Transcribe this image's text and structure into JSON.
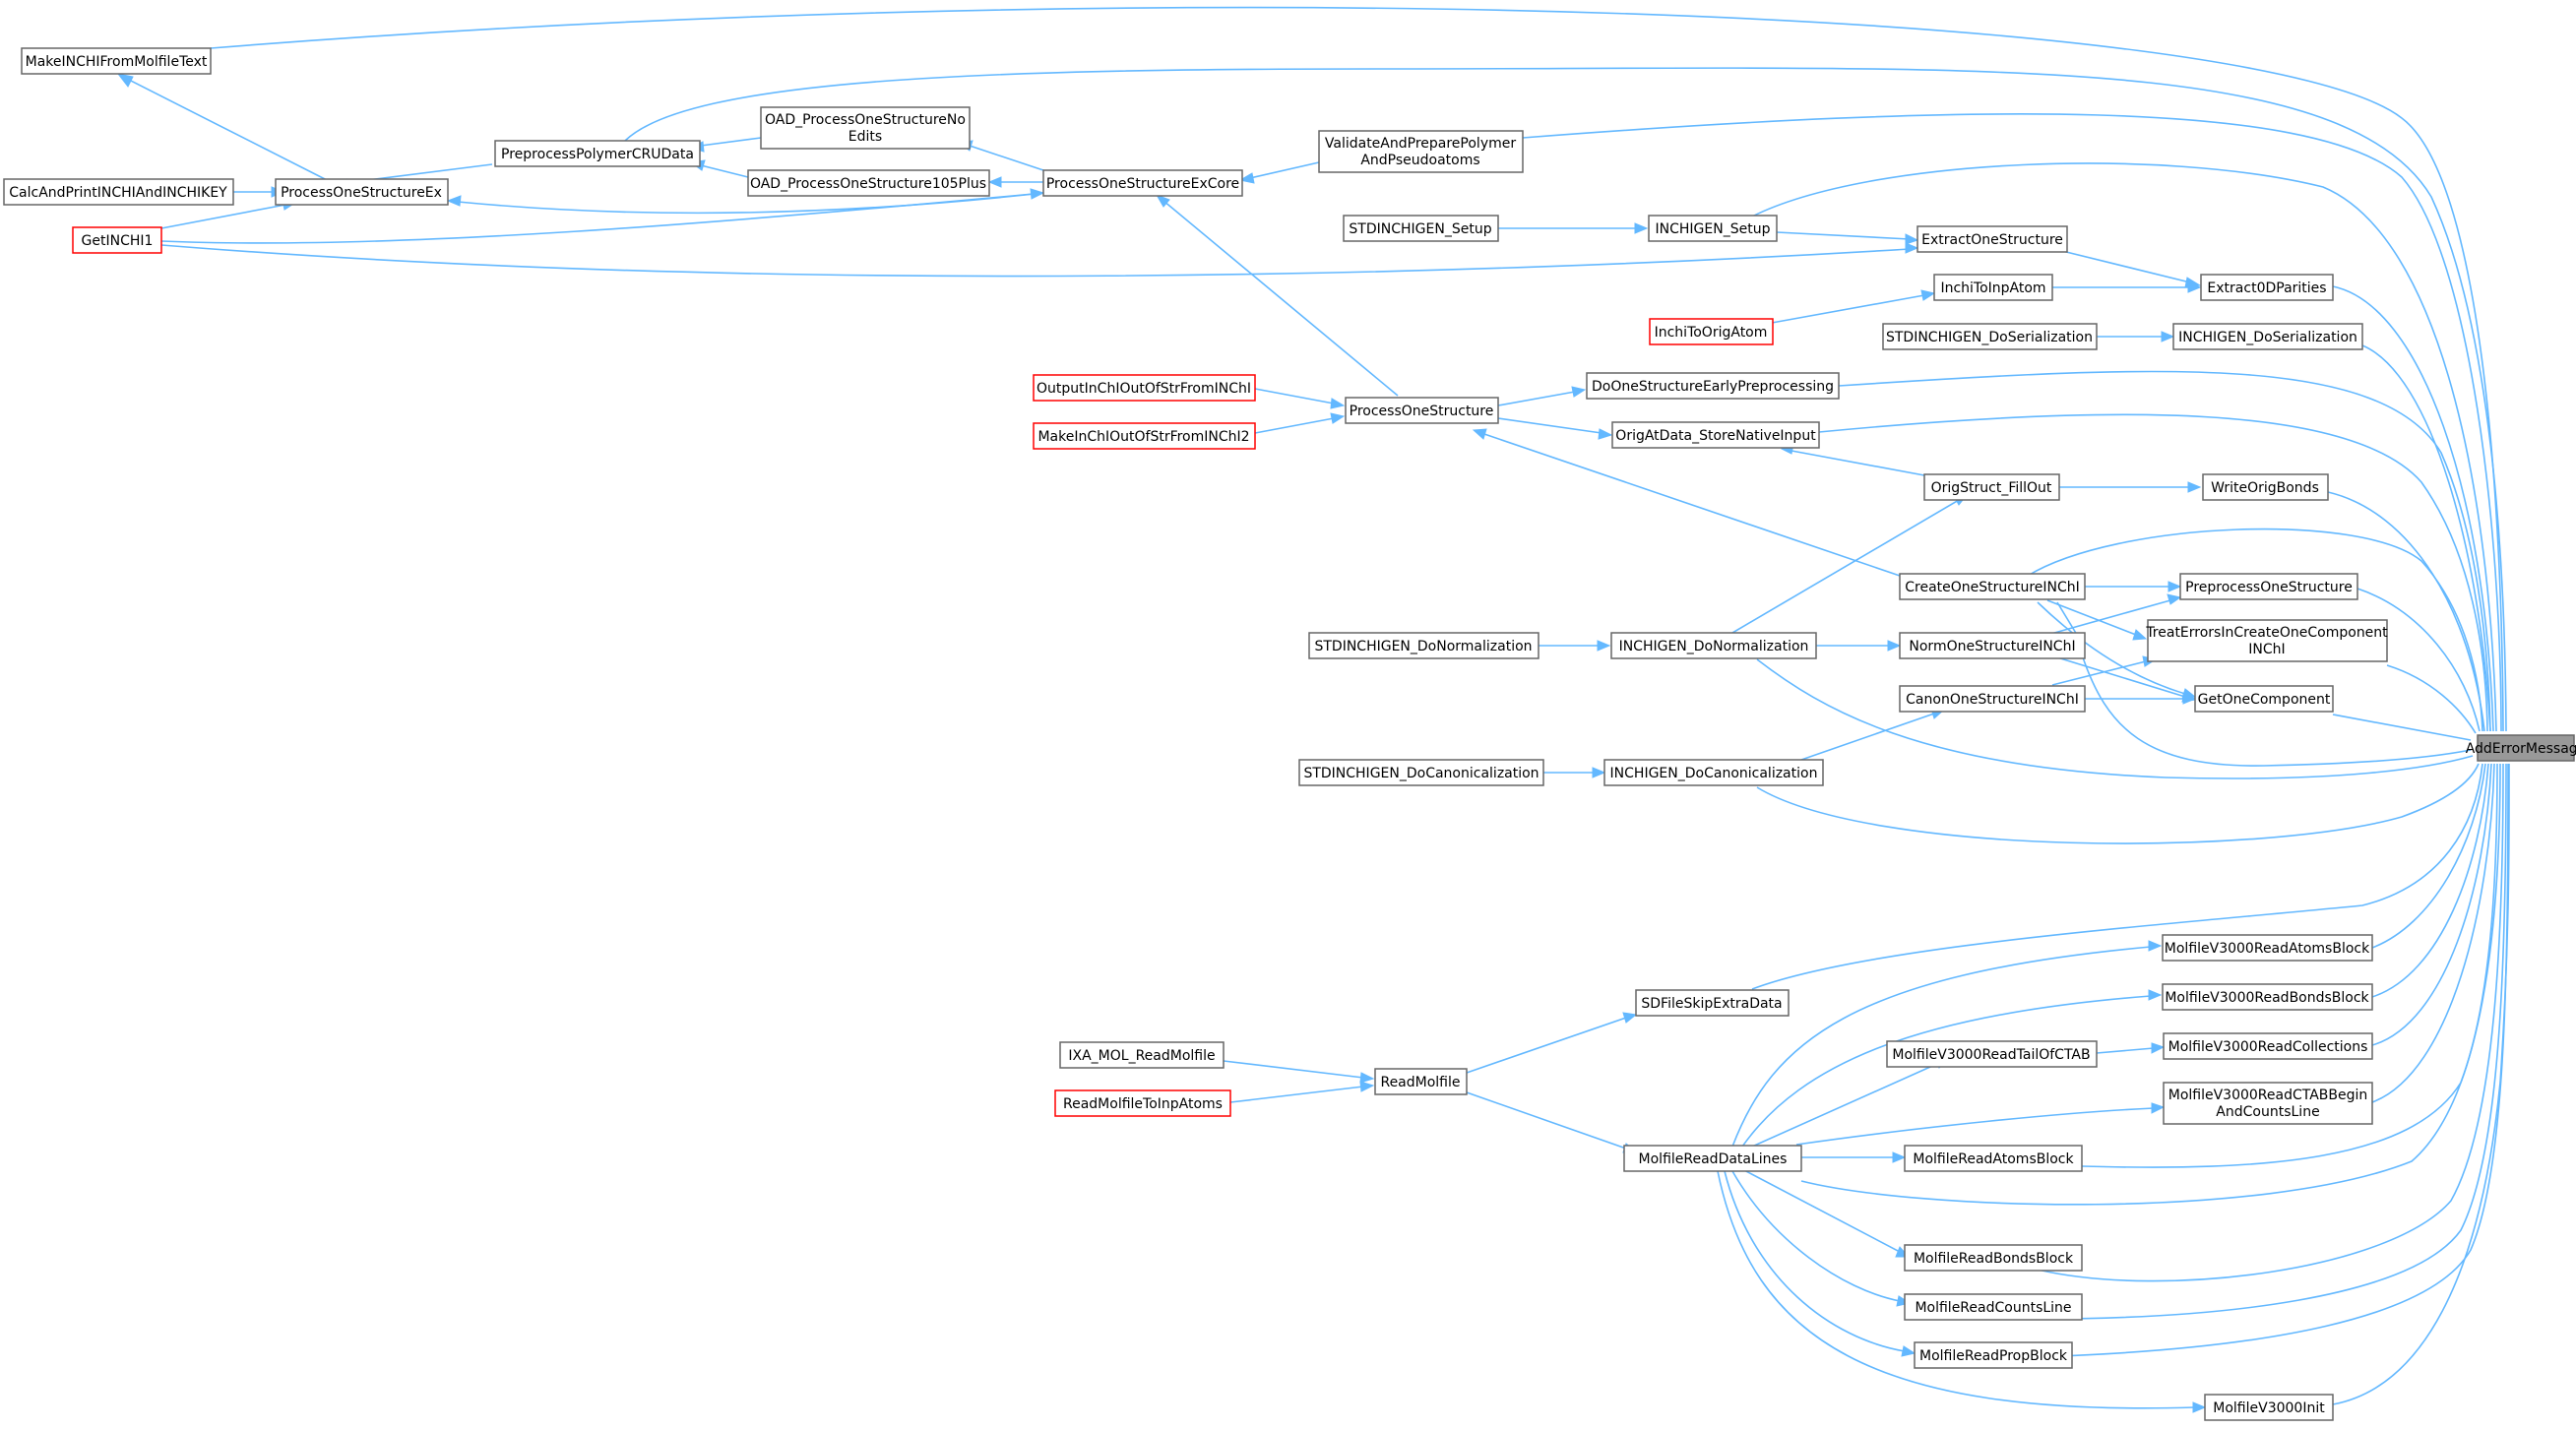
{
  "nodes": {
    "AddErrorMessage": "AddErrorMessage",
    "MakeINCHIFromMolfileText": "MakeINCHIFromMolfileText",
    "CalcAndPrintINCHIAndINCHIKEY": "CalcAndPrintINCHIAndINCHIKEY",
    "GetINCHI1": "GetINCHI1",
    "ProcessOneStructureEx": "ProcessOneStructureEx",
    "PreprocessPolymerCRUData": "PreprocessPolymerCRUData",
    "OAD_ProcessOneStructureNoEdits_1": "OAD_ProcessOneStructureNo",
    "OAD_ProcessOneStructureNoEdits_2": "Edits",
    "OAD_ProcessOneStructure105Plus": "OAD_ProcessOneStructure105Plus",
    "ProcessOneStructureExCore": "ProcessOneStructureExCore",
    "ValidateAndPreparePolymer_1": "ValidateAndPreparePolymer",
    "ValidateAndPreparePolymer_2": "AndPseudoatoms",
    "STDINCHIGEN_Setup": "STDINCHIGEN_Setup",
    "INCHIGEN_Setup": "INCHIGEN_Setup",
    "ExtractOneStructure": "ExtractOneStructure",
    "Extract0DParities": "Extract0DParities",
    "InchiToInpAtom": "InchiToInpAtom",
    "InchiToOrigAtom": "InchiToOrigAtom",
    "STDINCHIGEN_DoSerialization": "STDINCHIGEN_DoSerialization",
    "INCHIGEN_DoSerialization": "INCHIGEN_DoSerialization",
    "OutputInChIOutOfStrFromINChI": "OutputInChIOutOfStrFromINChI",
    "MakeInChIOutOfStrFromINChI2": "MakeInChIOutOfStrFromINChI2",
    "ProcessOneStructure": "ProcessOneStructure",
    "DoOneStructureEarlyPreprocessing": "DoOneStructureEarlyPreprocessing",
    "OrigAtData_StoreNativeInput": "OrigAtData_StoreNativeInput",
    "OrigStruct_FillOut": "OrigStruct_FillOut",
    "WriteOrigBonds": "WriteOrigBonds",
    "CreateOneStructureINChI": "CreateOneStructureINChI",
    "PreprocessOneStructure": "PreprocessOneStructure",
    "TreatErrorsInCreateOneComponentINChI_1": "TreatErrorsInCreateOneComponent",
    "TreatErrorsInCreateOneComponentINChI_2": "INChI",
    "STDINCHIGEN_DoNormalization": "STDINCHIGEN_DoNormalization",
    "INCHIGEN_DoNormalization": "INCHIGEN_DoNormalization",
    "NormOneStructureINChI": "NormOneStructureINChI",
    "CanonOneStructureINChI": "CanonOneStructureINChI",
    "GetOneComponent": "GetOneComponent",
    "STDINCHIGEN_DoCanonicalization": "STDINCHIGEN_DoCanonicalization",
    "INCHIGEN_DoCanonicalization": "INCHIGEN_DoCanonicalization",
    "MolfileV3000ReadAtomsBlock": "MolfileV3000ReadAtomsBlock",
    "SDFileSkipExtraData": "SDFileSkipExtraData",
    "MolfileV3000ReadBondsBlock": "MolfileV3000ReadBondsBlock",
    "MolfileV3000ReadCollections": "MolfileV3000ReadCollections",
    "MolfileV3000ReadTailOfCTAB": "MolfileV3000ReadTailOfCTAB",
    "IXA_MOL_ReadMolfile": "IXA_MOL_ReadMolfile",
    "ReadMolfile": "ReadMolfile",
    "ReadMolfileToInpAtoms": "ReadMolfileToInpAtoms",
    "MolfileV3000ReadCTABBegin_1": "MolfileV3000ReadCTABBegin",
    "MolfileV3000ReadCTABBegin_2": "AndCountsLine",
    "MolfileReadDataLines": "MolfileReadDataLines",
    "MolfileReadAtomsBlock": "MolfileReadAtomsBlock",
    "MolfileReadBondsBlock": "MolfileReadBondsBlock",
    "MolfileReadCountsLine": "MolfileReadCountsLine",
    "MolfileReadPropBlock": "MolfileReadPropBlock",
    "MolfileV3000Init": "MolfileV3000Init"
  },
  "colors": {
    "edge": "#63b8ff",
    "node_border": "#666666",
    "node_border_incomplete": "#ff0000",
    "root_fill": "#999999"
  }
}
